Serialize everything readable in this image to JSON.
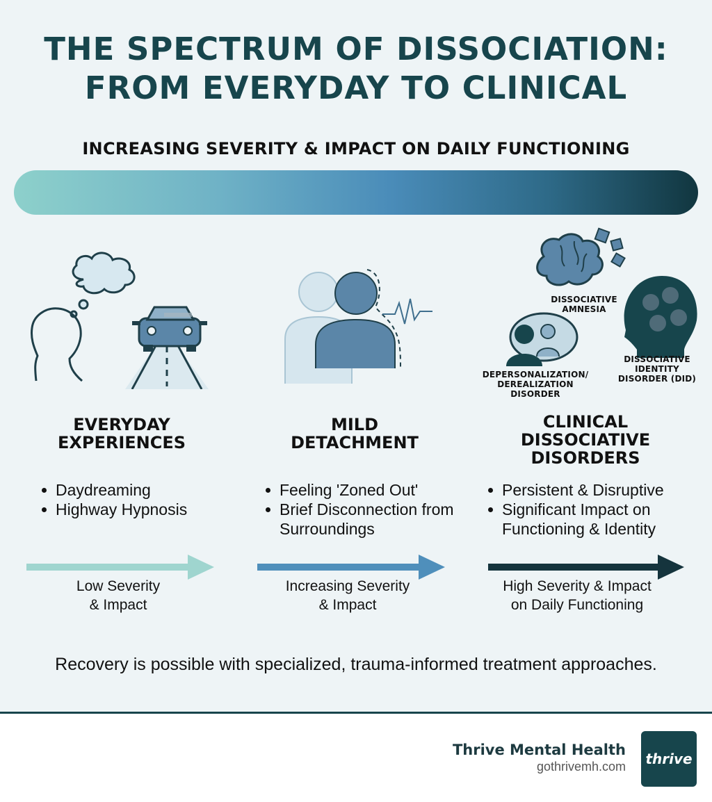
{
  "header": {
    "title_line1": "THE SPECTRUM OF DISSOCIATION:",
    "title_line2": "FROM EVERYDAY TO CLINICAL",
    "subtitle": "INCREASING SEVERITY & IMPACT ON DAILY FUNCTIONING"
  },
  "colors": {
    "accent_dark": "#17454c",
    "gradient_start": "#8dd0cb",
    "gradient_mid": "#4a8cb9",
    "gradient_end": "#11363f",
    "arrow_light": "#9fd5cf",
    "arrow_mid": "#4f8fbb",
    "arrow_dark": "#15343d"
  },
  "columns": [
    {
      "heading_line1": "EVERYDAY",
      "heading_line2": "EXPERIENCES",
      "heading_line3": "",
      "bullets": [
        "Daydreaming",
        "Highway Hypnosis"
      ],
      "severity_line1": "Low Severity",
      "severity_line2": "& Impact",
      "icons": [
        "thought-bubble-icon",
        "head-outline-icon",
        "car-on-road-icon"
      ]
    },
    {
      "heading_line1": "MILD",
      "heading_line2": "DETACHMENT",
      "heading_line3": "",
      "bullets": [
        "Feeling 'Zoned Out'",
        "Brief Disconnection from Surroundings"
      ],
      "severity_line1": "Increasing Severity",
      "severity_line2": "& Impact",
      "icons": [
        "detached-person-icon",
        "pulse-line-icon"
      ]
    },
    {
      "heading_line1": "CLINICAL",
      "heading_line2": "DISSOCIATIVE",
      "heading_line3": "DISORDERS",
      "bullets": [
        "Persistent & Disruptive",
        "Significant Impact on Functioning & Identity"
      ],
      "severity_line1": "High Severity & Impact",
      "severity_line2": "on Daily Functioning",
      "icons": [
        "puzzle-brain-icon",
        "mirror-person-icon",
        "multiple-faces-head-icon"
      ]
    }
  ],
  "disorders": {
    "amnesia_line1": "DISSOCIATIVE",
    "amnesia_line2": "AMNESIA",
    "depersonalization_line1": "DEPERSONALIZATION/",
    "depersonalization_line2": "DEREALIZATION",
    "depersonalization_line3": "DISORDER",
    "did_line1": "DISSOCIATIVE",
    "did_line2": "IDENTITY",
    "did_line3": "DISORDER (DID)"
  },
  "footer_note": "Recovery is possible with specialized, trauma-informed treatment approaches.",
  "brand": {
    "name": "Thrive Mental Health",
    "url": "gothrivemh.com",
    "logo_text": "thrive"
  }
}
